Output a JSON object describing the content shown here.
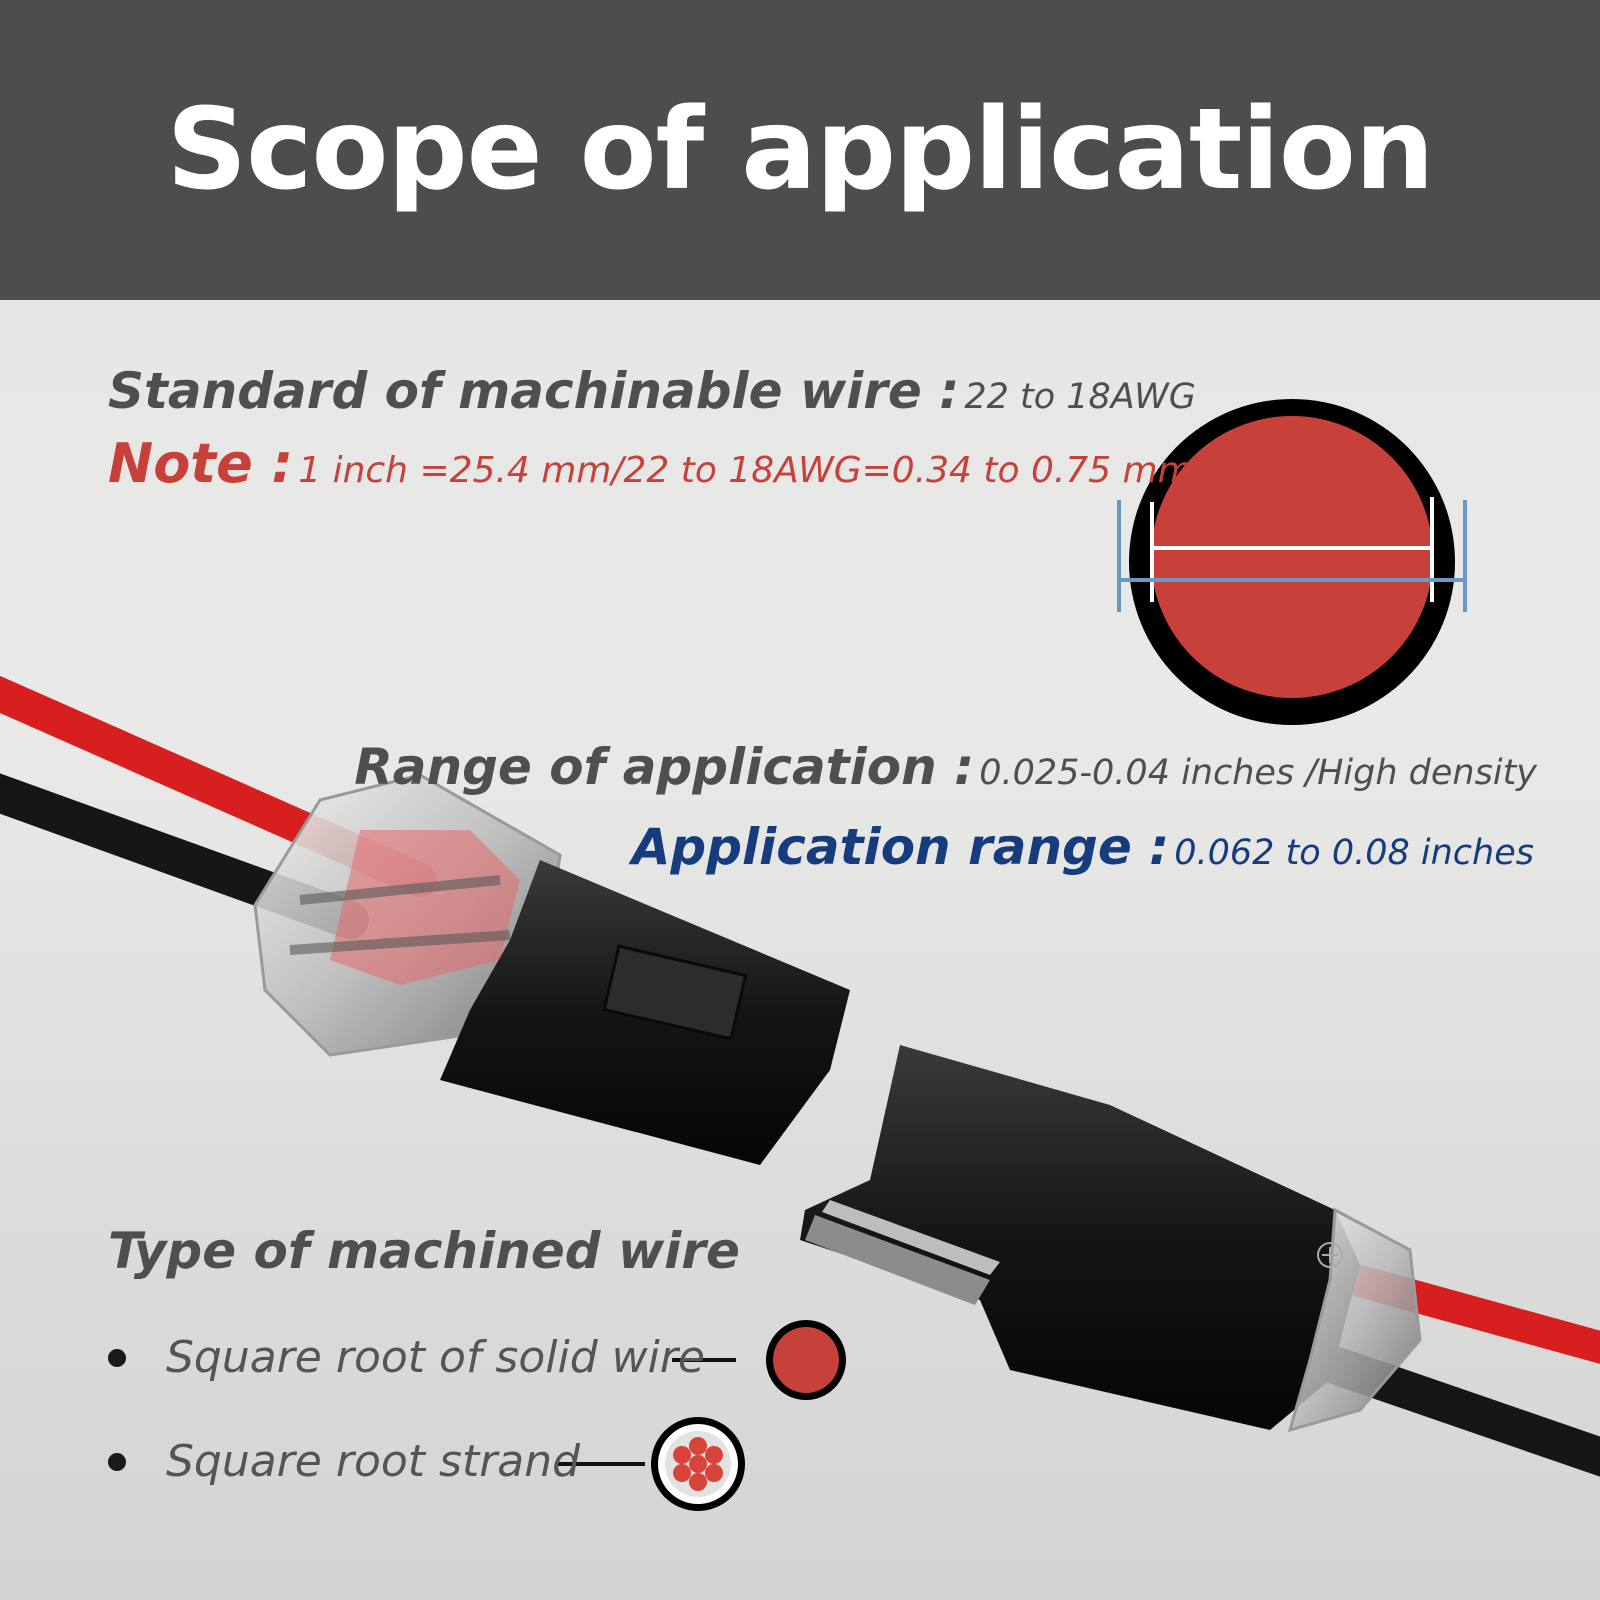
{
  "header": {
    "title": "Scope of application"
  },
  "standard": {
    "label": "Standard of machinable wire :",
    "value": "22 to 18AWG"
  },
  "note": {
    "label": "Note :",
    "value": "1 inch =25.4 mm/22 to 18AWG=0.34 to 0.75 mm"
  },
  "range": {
    "label": "Range of application :",
    "value": "0.025-0.04 inches /High density"
  },
  "app_range": {
    "label": "Application range :",
    "value": "0.062 to 0.08 inches"
  },
  "wire_types": {
    "heading": "Type of machined wire",
    "items": [
      {
        "label": "Square root of solid wire"
      },
      {
        "label": "Square root strand"
      }
    ]
  },
  "colors": {
    "header_bg": "#4d4d4d",
    "red": "#c8403a",
    "blue": "#163c7e",
    "gray_text": "#4f4f4f"
  }
}
